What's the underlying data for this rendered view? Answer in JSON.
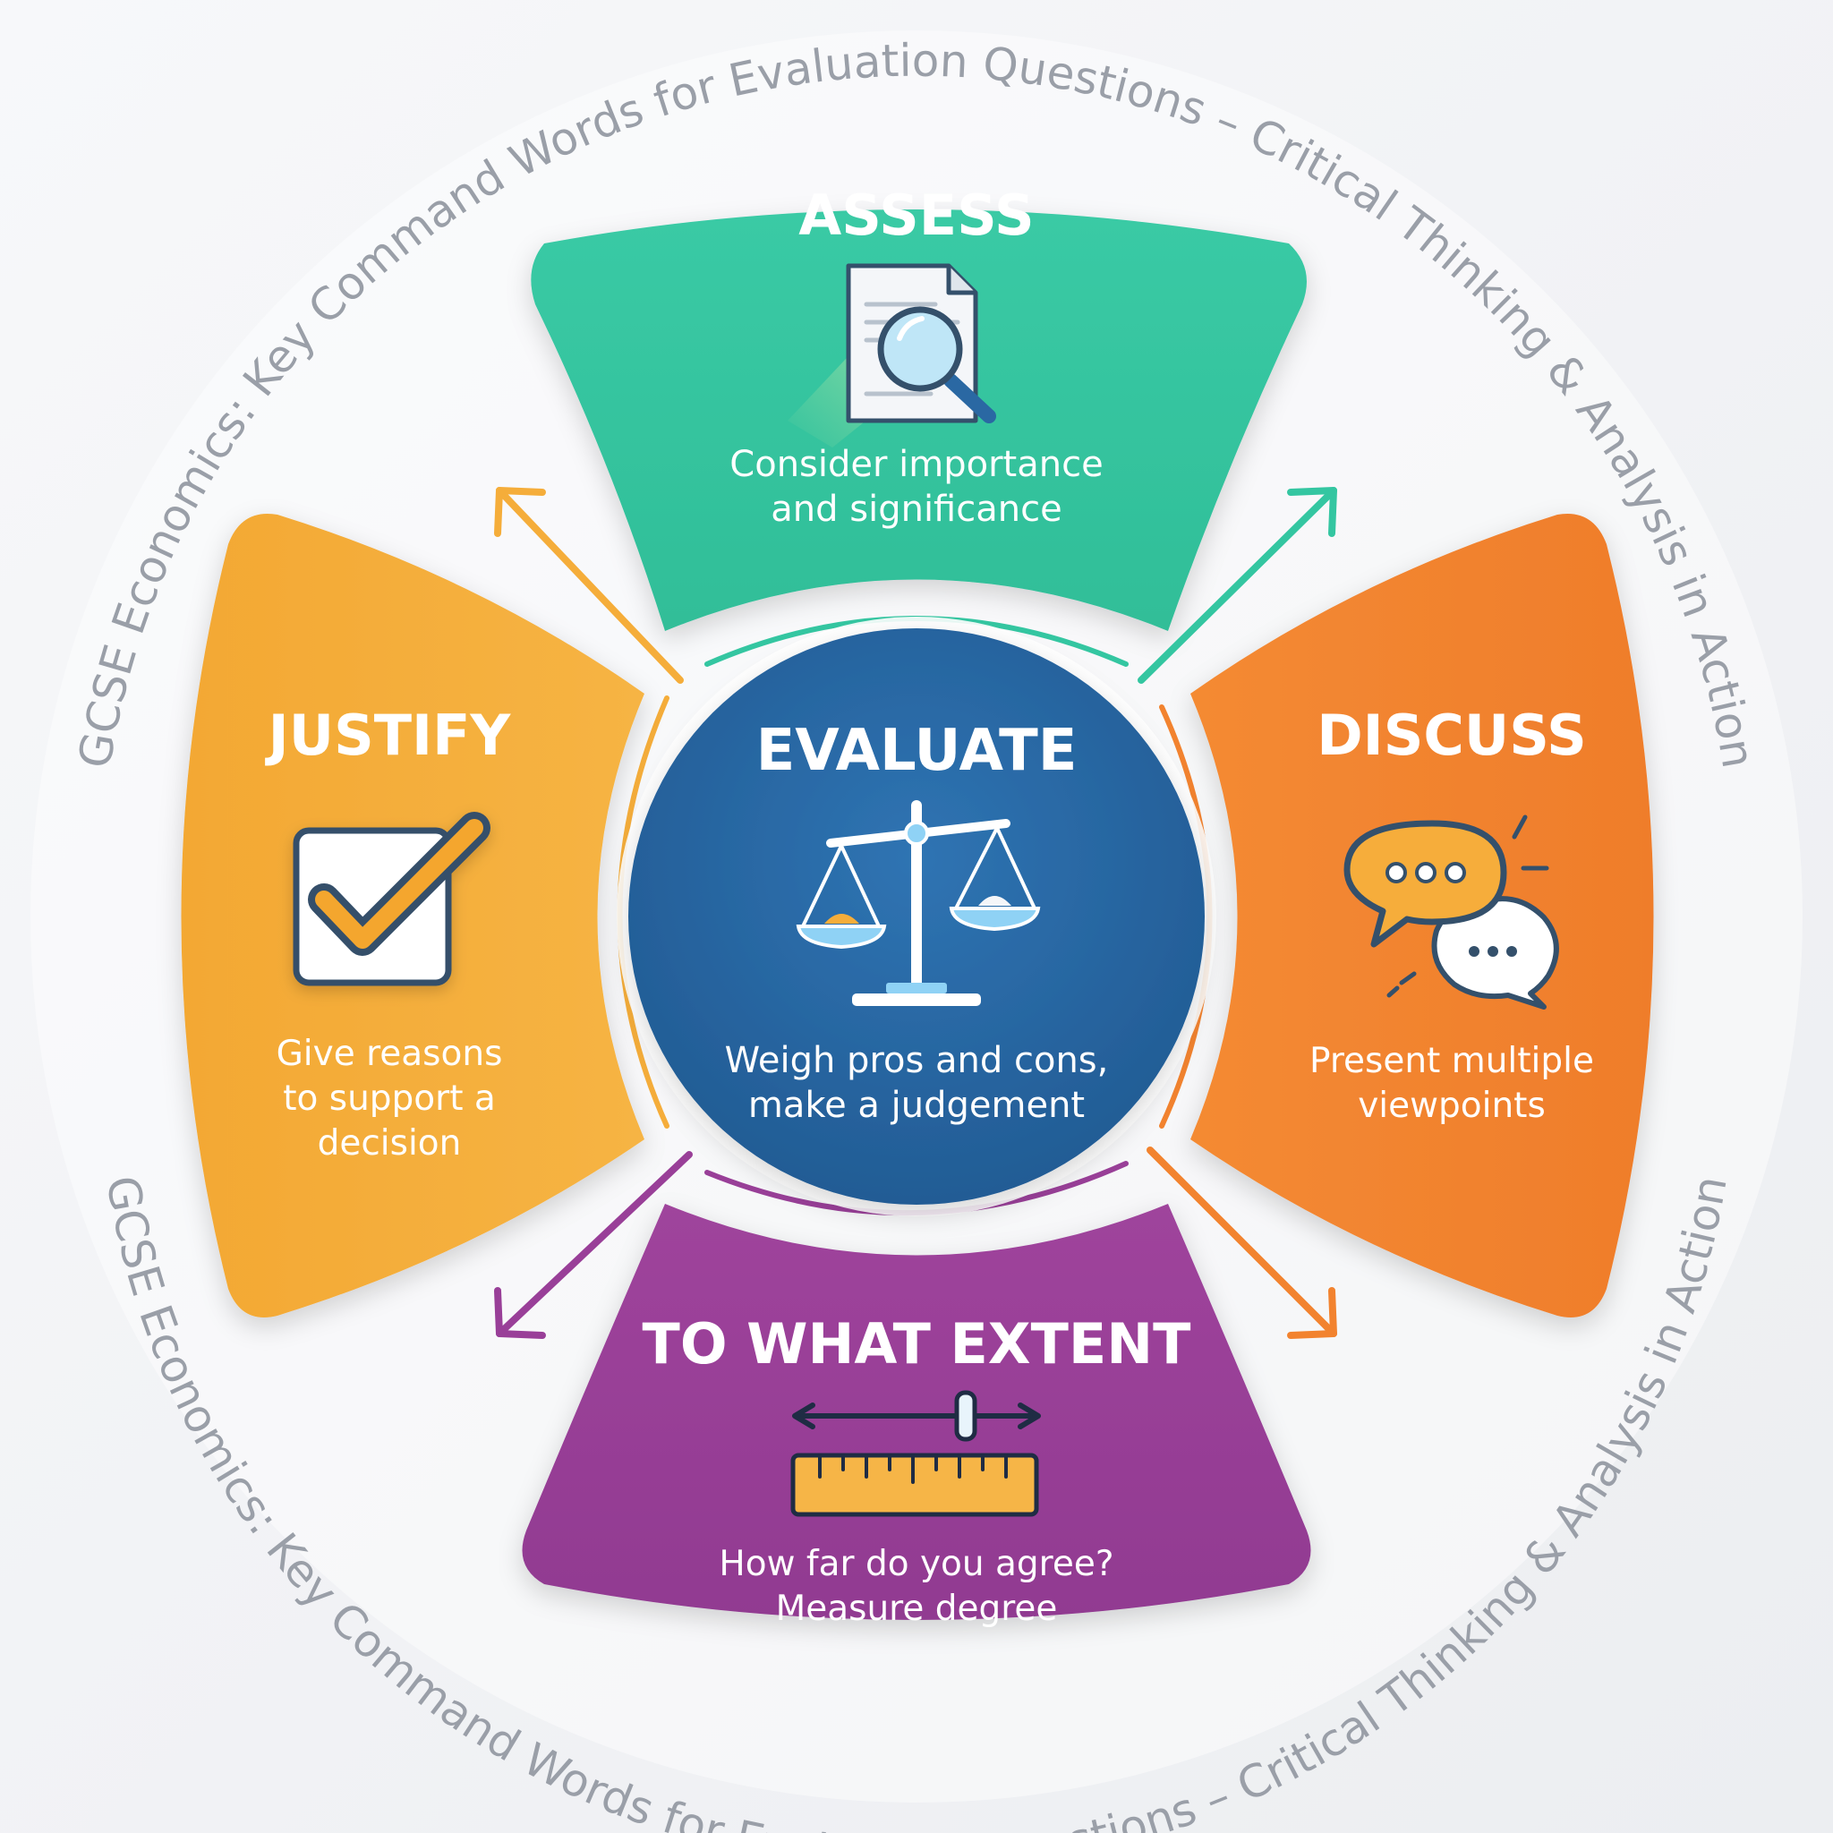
{
  "ring_caption": "GCSE Economics: Key Command Words for Evaluation Questions – Critical Thinking & Analysis in Action",
  "center": {
    "title": "EVALUATE",
    "desc_line1": "Weigh pros and cons,",
    "desc_line2": "make a judgement",
    "icon": "balance-scale-icon",
    "color": "#2a68a3"
  },
  "assess": {
    "title": "ASSESS",
    "desc_line1": "Consider importance",
    "desc_line2": "and significance",
    "icon": "document-magnifier-icon",
    "color": "#34c6a1"
  },
  "justify": {
    "title": "JUSTIFY",
    "desc_line1": "Give reasons",
    "desc_line2": "to support a",
    "desc_line3": "decision",
    "icon": "checkbox-check-icon",
    "color": "#f5ad3a"
  },
  "discuss": {
    "title": "DISCUSS",
    "desc_line1": "Present multiple",
    "desc_line2": "viewpoints",
    "icon": "speech-bubbles-icon",
    "color": "#f2832f"
  },
  "extent": {
    "title": "TO WHAT EXTENT",
    "desc_line1": "How far do you agree?",
    "desc_line2": "Measure degree",
    "icon": "ruler-slider-icon",
    "color": "#993f98"
  }
}
